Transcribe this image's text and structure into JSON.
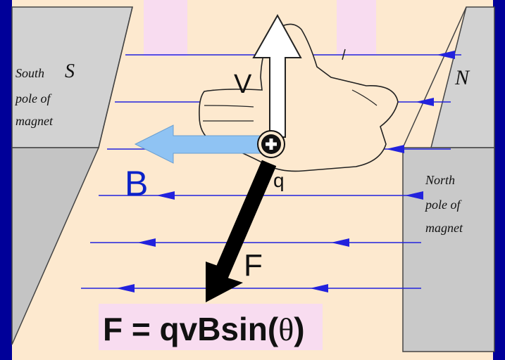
{
  "colors": {
    "frame": "#000099",
    "panel": "#fde9cf",
    "field_line": "#2222dd",
    "magnet_face": "#c8c8c8",
    "magnet_edge": "#444444",
    "pink_highlight": "#f8dcf0",
    "velocity_arrow": "#ffffff",
    "b_arrow": "#8fc3f3",
    "force_arrow": "#000000",
    "label_blue": "#0a22c8"
  },
  "magnets": {
    "south": {
      "letter": "S",
      "caption_line1": "South",
      "caption_line2": "pole of",
      "caption_line3": "magnet"
    },
    "north": {
      "letter": "N",
      "caption_line1": "North",
      "caption_line2": "pole of",
      "caption_line3": "magnet"
    }
  },
  "vectors": {
    "velocity_label": "V",
    "field_label": "B",
    "charge_label": "q",
    "force_label": "F",
    "charge_sign": "+"
  },
  "formula": {
    "left": "F = qvBsin(",
    "theta": "θ",
    "right": ")"
  },
  "icons": [
    "right-hand-icon",
    "positive-charge-icon"
  ]
}
